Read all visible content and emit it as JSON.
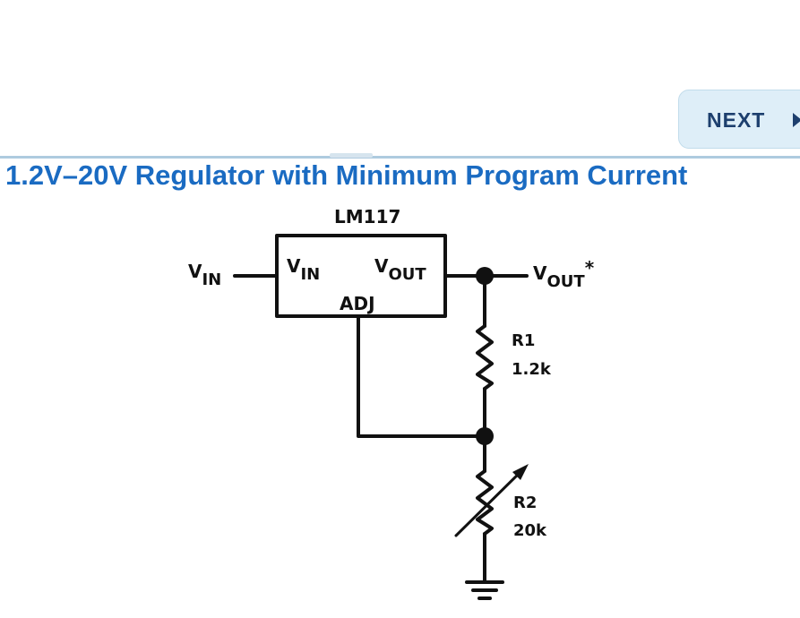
{
  "toolbar": {
    "next_label": "NEXT"
  },
  "page": {
    "title": "1.2V–20V Regulator with Minimum Program Current"
  },
  "schematic": {
    "ic_name": "LM117",
    "input_label": "V",
    "input_sub": "IN",
    "pin_vin": "V",
    "pin_vin_sub": "IN",
    "pin_vout": "V",
    "pin_vout_sub": "OUT",
    "pin_adj": "ADJ",
    "output_label": "V",
    "output_sub": "OUT",
    "output_mark": "*",
    "r1_name": "R1",
    "r1_value": "1.2k",
    "r2_name": "R2",
    "r2_value": "20k"
  }
}
